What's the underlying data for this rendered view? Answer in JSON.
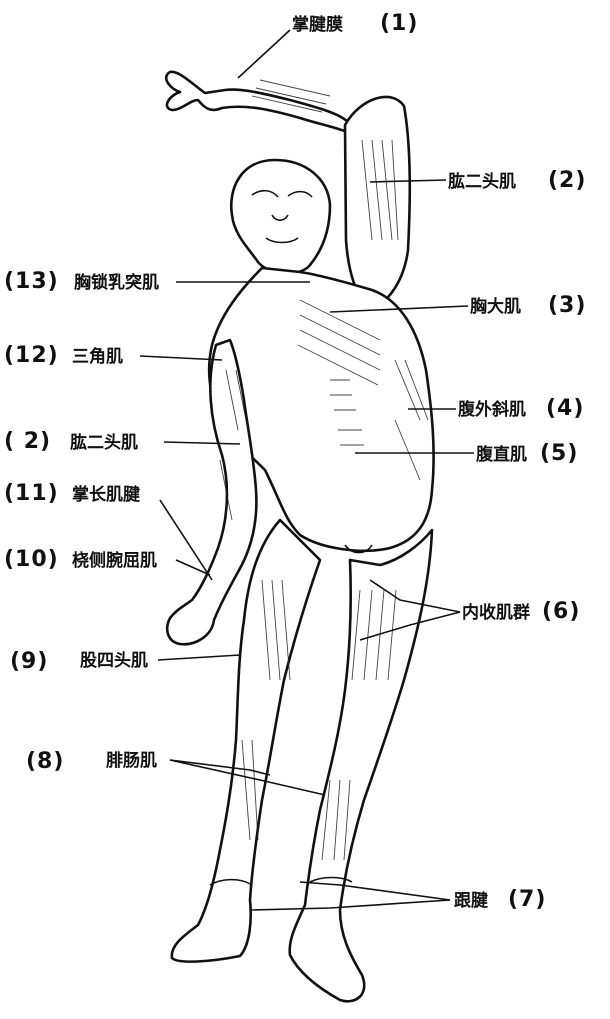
{
  "labels": [
    {
      "id": "palmar-aponeurosis",
      "text": "掌腱膜",
      "number": "(1)"
    },
    {
      "id": "biceps-right",
      "text": "肱二头肌",
      "number": "(2)"
    },
    {
      "id": "pectoralis-major",
      "text": "胸大肌",
      "number": "(3)"
    },
    {
      "id": "external-oblique",
      "text": "腹外斜肌",
      "number": "(4)"
    },
    {
      "id": "rectus-abdominis",
      "text": "腹直肌",
      "number": "(5)"
    },
    {
      "id": "adductors",
      "text": "内收肌群",
      "number": "(6)"
    },
    {
      "id": "tendons",
      "text": "跟腱",
      "number": "(7)"
    },
    {
      "id": "gastrocnemius",
      "text": "腓肠肌",
      "number": "(8)"
    },
    {
      "id": "quadriceps",
      "text": "股四头肌",
      "number": "(9)"
    },
    {
      "id": "brachioradialis",
      "text": "桡侧腕屈肌",
      "number": "(10)"
    },
    {
      "id": "palmaris-longus",
      "text": "掌长肌腱",
      "number": "(11)"
    },
    {
      "id": "deltoid",
      "text": "三角肌",
      "number": "(12)"
    },
    {
      "id": "sternocleidomastoid",
      "text": "胸锁乳突肌",
      "number": "(13)"
    },
    {
      "id": "biceps-left",
      "text": "肱二头肌",
      "number": "( 2)"
    }
  ]
}
